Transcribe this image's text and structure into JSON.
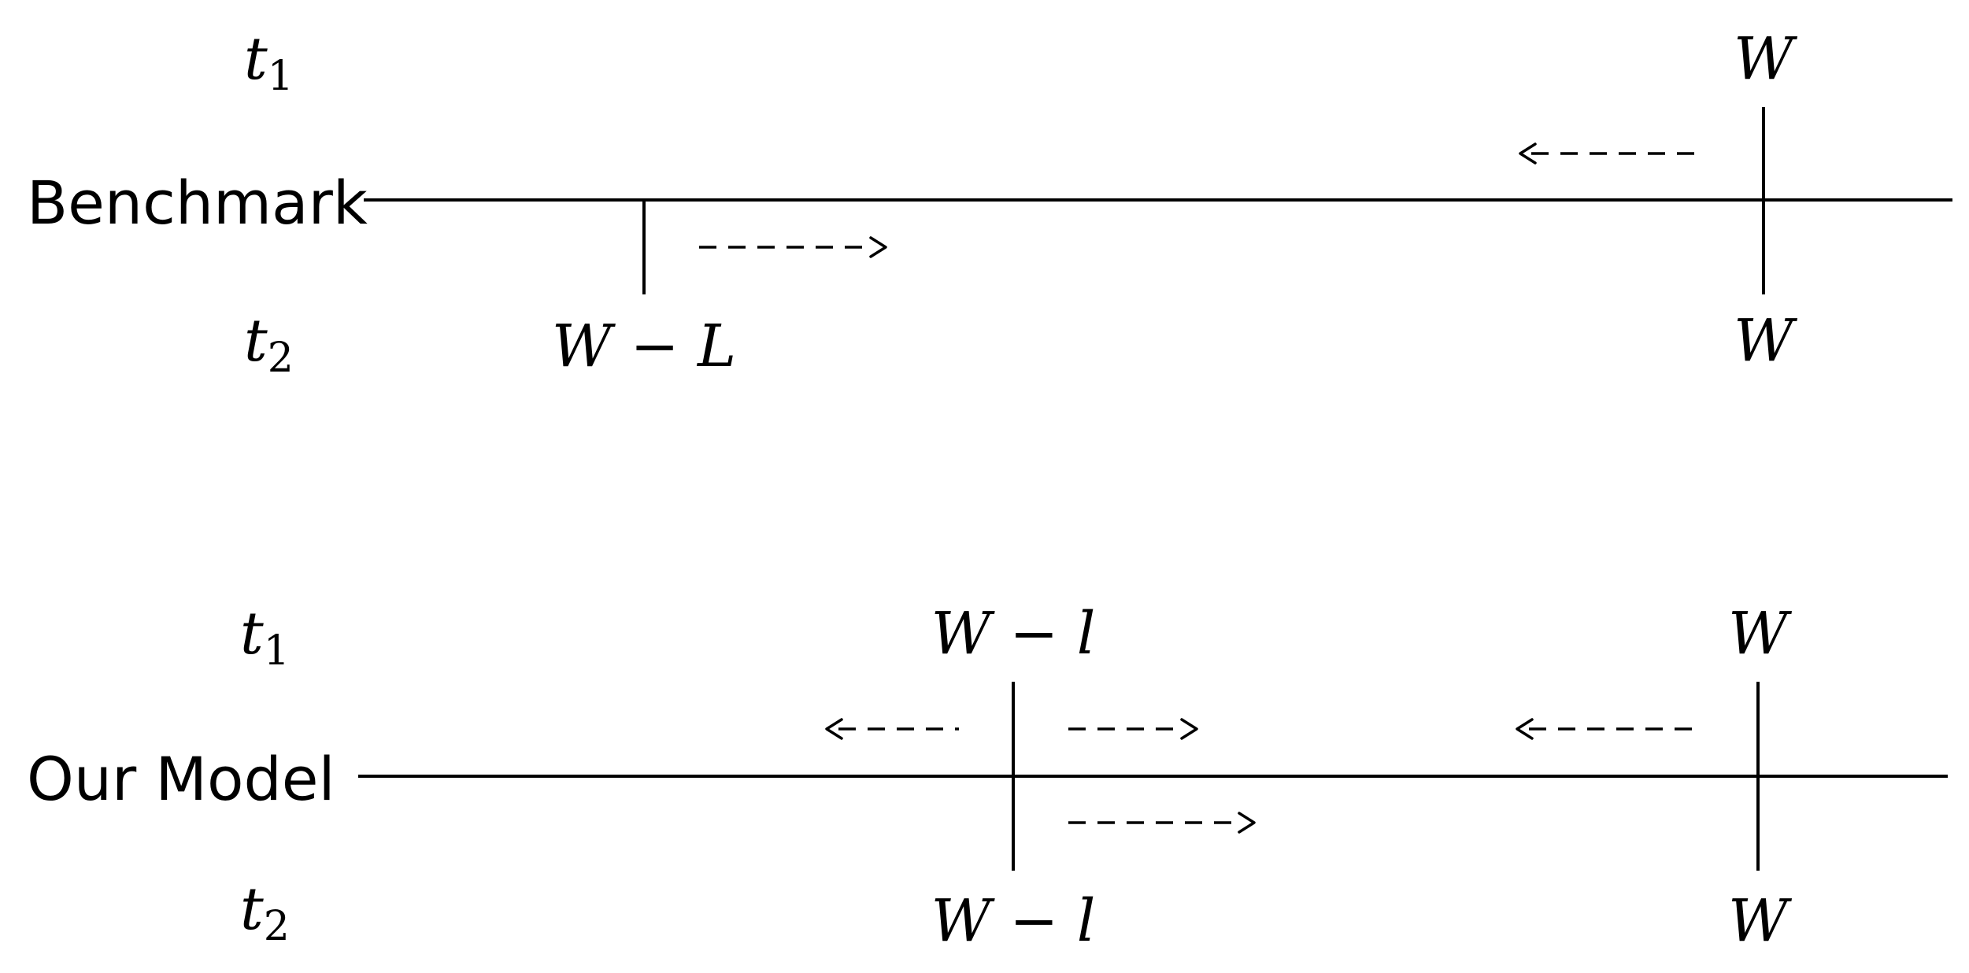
{
  "panels": [
    {
      "title": "Benchmark",
      "t_top": {
        "var": "t",
        "sub": "1"
      },
      "t_bottom": {
        "var": "t",
        "sub": "2"
      },
      "markers": [
        {
          "top_label": "",
          "bottom_label": "W − L"
        },
        {
          "top_label": "W",
          "bottom_label": "W"
        }
      ]
    },
    {
      "title": "Our Model",
      "t_top": {
        "var": "t",
        "sub": "1"
      },
      "t_bottom": {
        "var": "t",
        "sub": "2"
      },
      "markers": [
        {
          "top_label": "W − l",
          "bottom_label": "W − l"
        },
        {
          "top_label": "W",
          "bottom_label": "W"
        }
      ]
    }
  ]
}
